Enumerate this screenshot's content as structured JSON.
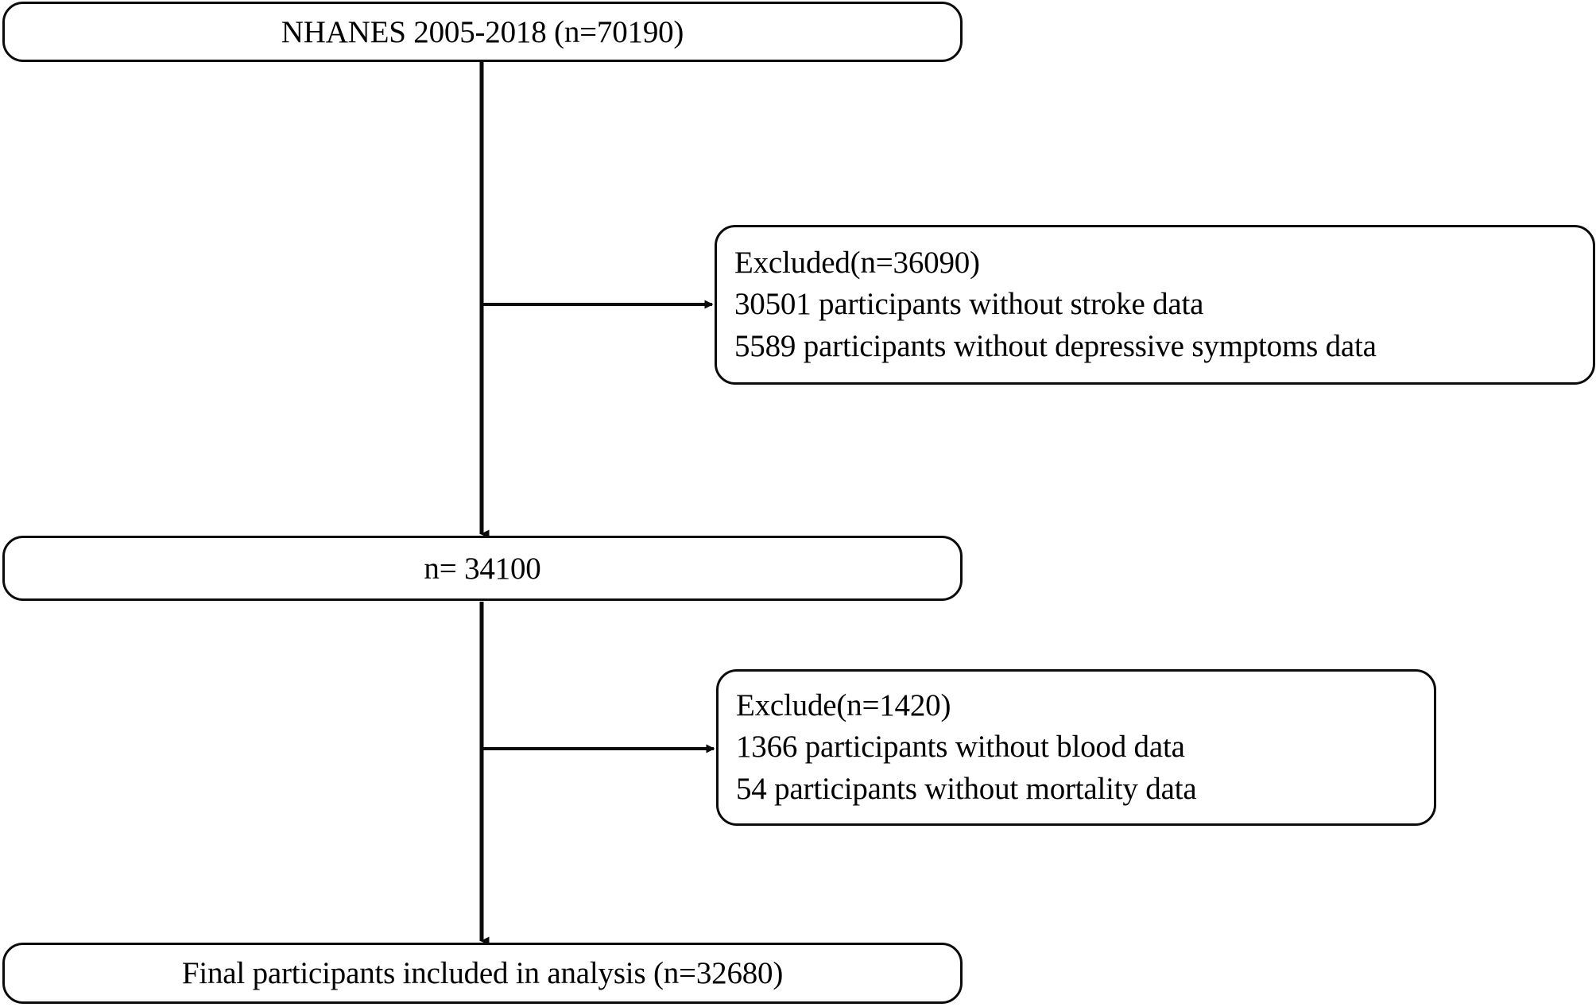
{
  "figure": {
    "type": "participant-flow-diagram",
    "title": "NHANES participant selection flowchart",
    "stroke_color": "#0b0b0b",
    "background_color": "#ffffff",
    "text_color": "#000000"
  },
  "nodes": {
    "source": {
      "label": "NHANES 2005-2018 (n=70190)",
      "count": 70190
    },
    "excluded_1": {
      "heading": "Excluded(n=36090)",
      "count": 36090,
      "reasons": [
        "30501 participants without stroke data",
        "5589 participants without depressive symptoms data"
      ]
    },
    "intermediate": {
      "label": "n= 34100",
      "count": 34100
    },
    "excluded_2": {
      "heading": "Exclude(n=1420)",
      "count": 1420,
      "reasons": [
        "1366 participants without blood data",
        "54 participants without mortality data"
      ]
    },
    "final": {
      "label": "Final participants included in analysis (n=32680)",
      "count": 32680
    }
  },
  "connectors": [
    {
      "name": "source-to-intermediate",
      "kind": "vertical-arrow",
      "from": "source",
      "to": "intermediate"
    },
    {
      "name": "branch-to-excluded-1",
      "kind": "horizontal-arrow",
      "from": "source-to-intermediate",
      "to": "excluded_1"
    },
    {
      "name": "intermediate-to-final",
      "kind": "vertical-arrow",
      "from": "intermediate",
      "to": "final"
    },
    {
      "name": "branch-to-excluded-2",
      "kind": "horizontal-arrow",
      "from": "intermediate-to-final",
      "to": "excluded_2"
    }
  ]
}
